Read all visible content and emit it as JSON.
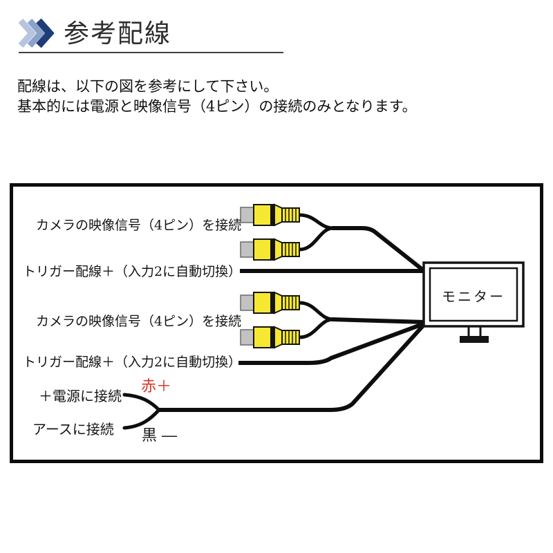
{
  "header": {
    "title": "参考配線",
    "chevron_colors": {
      "c1": "#b6c4e0",
      "c2": "#8ba3cb",
      "c3": "#1e3c78"
    }
  },
  "intro": {
    "line1": "配線は、以下の図を参考にして下さい。",
    "line2": "基本的には電源と映像信号（4ピン）の接続のみとなります。"
  },
  "diagram": {
    "labels": {
      "camera1": "カメラの映像信号（4ピン）を接続",
      "trigger1": "トリガー配線＋（入力2に自動切換）",
      "camera2": "カメラの映像信号（4ピン）を接続",
      "trigger2": "トリガー配線＋（入力2に自動切換）",
      "power_plus": "＋電源に接続",
      "power_plus_wire": "赤＋",
      "ground": "アースに接続",
      "ground_wire": "黒 ―",
      "monitor": "モニター"
    },
    "colors": {
      "wire": "#0e0e0e",
      "connector_body_yellow": "#f6e832",
      "connector_tip_gray": "#c2c2c2",
      "red_plus_label": "#d5372b",
      "box_border": "#0d0d0d"
    }
  }
}
